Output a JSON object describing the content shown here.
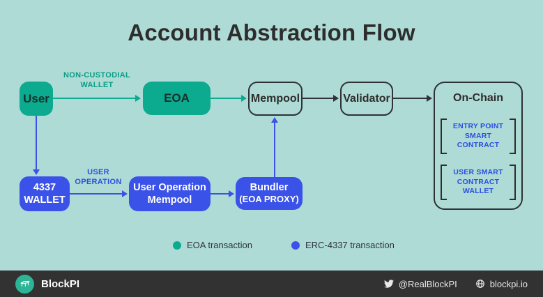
{
  "title": "Account Abstraction Flow",
  "colors": {
    "background": "#aedbd6",
    "green": "#0caa8e",
    "blue": "#3b52e8",
    "dark": "#2f3237",
    "blue_text": "#2b4fe2",
    "green_text": "#0a9e85",
    "footer_bg": "#323232",
    "logo_green": "#2db497"
  },
  "nodes": {
    "user": {
      "label": "User"
    },
    "eoa": {
      "label": "EOA"
    },
    "mempool": {
      "label": "Mempool"
    },
    "validator": {
      "label": "Validator"
    },
    "onchain": {
      "label": "On-Chain",
      "contracts": [
        {
          "line1": "ENTRY POINT",
          "line2": "SMART CONTRACT"
        },
        {
          "line1": "USER SMART",
          "line2": "CONTRACT WALLET"
        }
      ]
    },
    "wallet4337": {
      "line1": "4337",
      "line2": "WALLET"
    },
    "user_op_mempool": {
      "line1": "User Operation",
      "line2": "Mempool"
    },
    "bundler": {
      "line1": "Bundler",
      "line2": "(EOA PROXY)"
    }
  },
  "edge_labels": {
    "non_custodial": {
      "line1": "NON-CUSTODIAL",
      "line2": "WALLET"
    },
    "user_operation": {
      "line1": "USER",
      "line2": "OPERATION"
    }
  },
  "legend": {
    "eoa": {
      "label": "EOA transaction",
      "color": "#0caa8e"
    },
    "erc4337": {
      "label": "ERC-4337 transaction",
      "color": "#3b52e8"
    }
  },
  "footer": {
    "brand": "BlockPI",
    "twitter": "@RealBlockPI",
    "website": "blockpi.io"
  }
}
